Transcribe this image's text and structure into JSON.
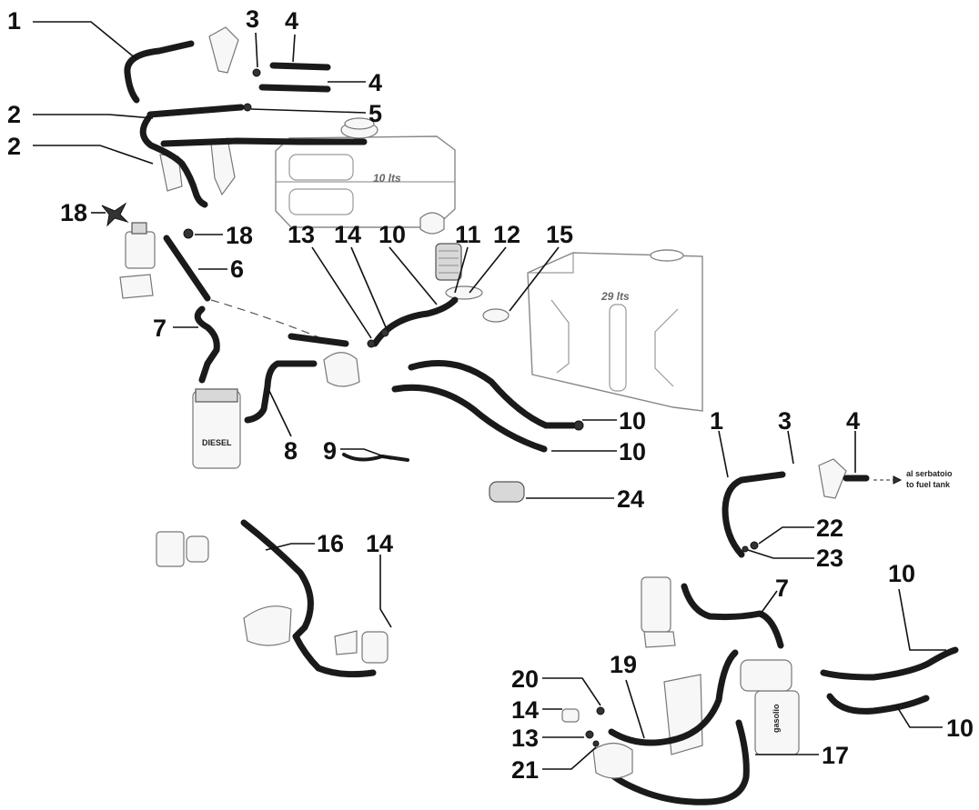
{
  "callouts": [
    "1",
    "2",
    "2",
    "3",
    "4",
    "4",
    "5",
    "18",
    "18",
    "6",
    "13",
    "14",
    "10",
    "11",
    "12",
    "15",
    "7",
    "8",
    "9",
    "10",
    "10",
    "24",
    "1",
    "3",
    "4",
    "22",
    "23",
    "16",
    "14",
    "7",
    "10",
    "10",
    "20",
    "14",
    "13",
    "21",
    "19",
    "17"
  ],
  "tank_small_label": "10 lts",
  "tank_large_label": "29 lts",
  "filter_label": "DIESEL",
  "filter2_label": "gasolio",
  "note_it": "al serbatoio",
  "note_en": "to fuel tank"
}
